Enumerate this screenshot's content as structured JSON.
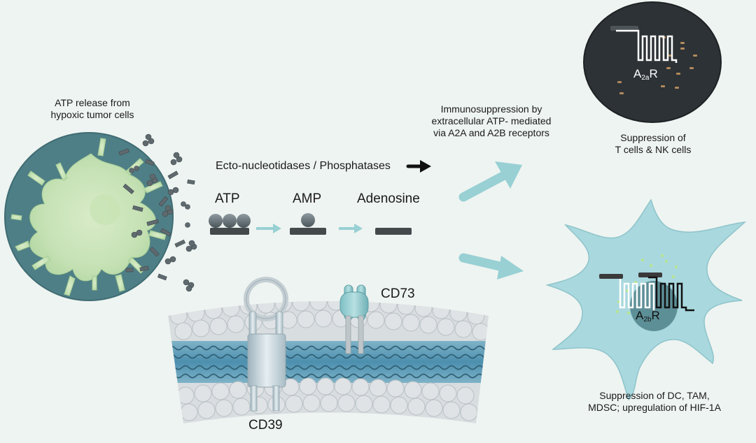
{
  "labels": {
    "atp_release_line1": "ATP release from",
    "atp_release_line2": "hypoxic tumor cells",
    "ecto_enzymes": "Ecto-nucleotidases / Phosphatases",
    "atp": "ATP",
    "amp": "AMP",
    "adenosine": "Adenosine",
    "immuno_line1": "Immunosuppression by",
    "immuno_line2": "extracellular ATP- mediated",
    "immuno_line3": "via A2A and A2B receptors",
    "tcell_line1": "Suppression of",
    "tcell_line2": "T cells & NK cells",
    "dc_line1": "Suppression of DC,  TAM,",
    "dc_line2": "MDSC; upregulation of HIF-1A",
    "cd73": "CD73",
    "cd39": "CD39",
    "a2a_main": "A",
    "a2a_sub": "2a",
    "a2a_r": "R",
    "a2b_main": "A",
    "a2b_sub": "2b",
    "a2b_r": "R"
  },
  "colors": {
    "background": "#eef4f1",
    "tumor_cell": "#4f7f86",
    "tumor_core": "#cfe6bf",
    "arrow_teal": "#98d0d4",
    "t_cell": "#2d3236",
    "dendritic_cell": "#a9d8de",
    "membrane_blue": "#5c9ab4",
    "receptor_dark": "#3a3a3a"
  }
}
